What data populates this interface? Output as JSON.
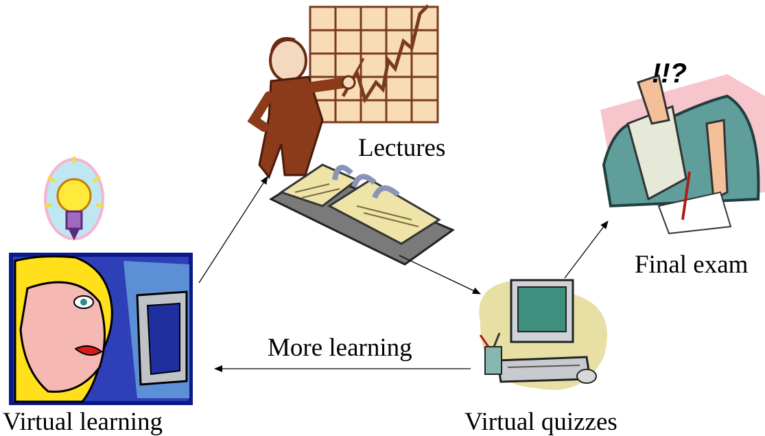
{
  "diagram": {
    "nodes": [
      {
        "id": "lectures",
        "label": "Lectures",
        "icon": "presenter-chart-icon"
      },
      {
        "id": "binder",
        "label": "",
        "icon": "open-binder-icon"
      },
      {
        "id": "final_exam",
        "label": "Final exam",
        "icon": "exam-taker-icon"
      },
      {
        "id": "virtual_learning",
        "label": "Virtual learning",
        "icon": "woman-at-computer-icon"
      },
      {
        "id": "lightbulb",
        "label": "",
        "icon": "lightbulb-icon"
      },
      {
        "id": "virtual_quizzes",
        "label": "Virtual quizzes",
        "icon": "desktop-computer-icon"
      }
    ],
    "edges": [
      {
        "from": "virtual_learning",
        "to": "lectures",
        "label": ""
      },
      {
        "from": "lectures",
        "to": "virtual_quizzes",
        "label": ""
      },
      {
        "from": "virtual_quizzes",
        "to": "final_exam",
        "label": ""
      },
      {
        "from": "virtual_quizzes",
        "to": "virtual_learning",
        "label": "More learning"
      }
    ],
    "labels": {
      "lectures": "Lectures",
      "final_exam": "Final exam",
      "more_learning": "More learning",
      "virtual_learning": "Virtual learning",
      "virtual_quizzes": "Virtual quizzes",
      "exam_exclamation": "!!?"
    },
    "colors": {
      "chart_bg": "#f7dcb6",
      "chart_line": "#7a3a1e",
      "suit": "#7a3a1e",
      "binder_paper": "#efe4a8",
      "binder_ring": "#8a93b8",
      "exam_cloth": "#5f9e9b",
      "exam_pink": "#f7c6cc",
      "frame_blue": "#0b1a8a",
      "hair_yellow": "#ffe01a",
      "face_pink": "#f6b8b2",
      "screen_blue": "#2337b3",
      "cloud": "#e8dfa5",
      "arrow": "#000000"
    }
  }
}
